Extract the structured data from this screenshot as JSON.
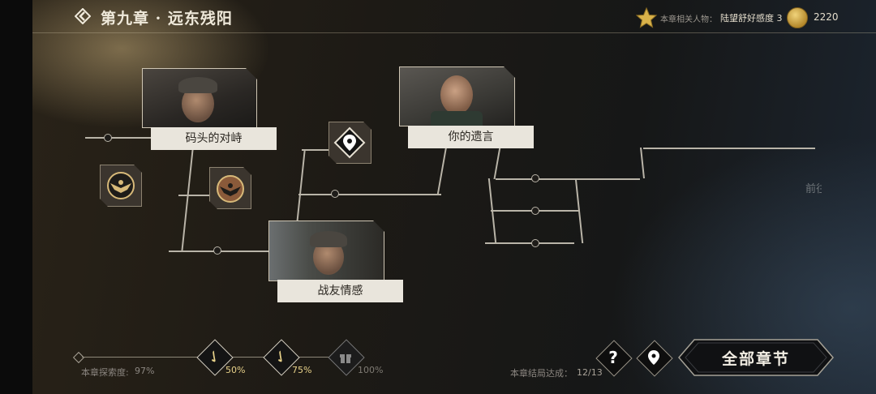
{
  "header": {
    "title": "第九章 · 远东残阳",
    "related_label": "本章相关人物：",
    "related_value": "陆望舒好感度 3",
    "coins": "2220"
  },
  "story_nodes": [
    {
      "label": "码头的对峙"
    },
    {
      "label": "你的遗言"
    },
    {
      "label": "战友情感"
    }
  ],
  "side_text": "前往",
  "progress": {
    "explore_label": "本章探索度:",
    "explore_value": "97%",
    "milestones": [
      {
        "label": "50%",
        "state": "claimed",
        "icon": "check-icon"
      },
      {
        "label": "75%",
        "state": "claimed",
        "icon": "check-icon"
      },
      {
        "label": "100%",
        "state": "locked",
        "icon": "gift-icon"
      }
    ]
  },
  "ending": {
    "label": "本章结局达成：",
    "value": "12/13"
  },
  "buttons": {
    "help_symbol": "?",
    "all_chapters": "全部章节"
  },
  "colors": {
    "gold": "#e8d28a",
    "label_bg": "#e9e5dc",
    "line": "#b9b4a8"
  }
}
